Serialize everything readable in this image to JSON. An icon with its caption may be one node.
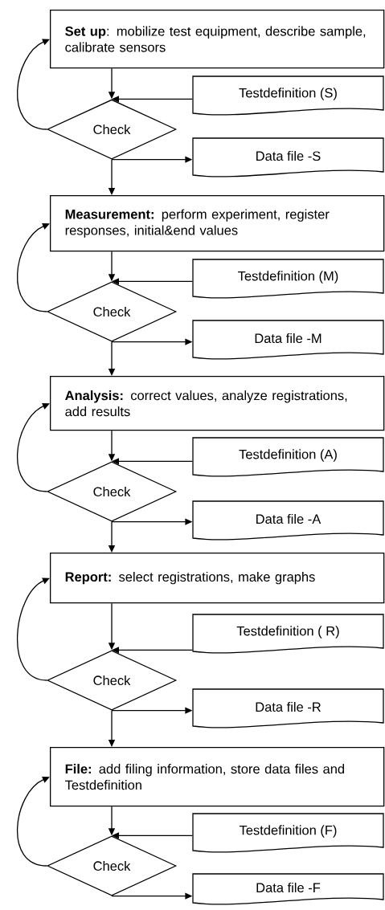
{
  "diagram": {
    "nodes": [
      {
        "text": [
          "**Set up**: mobilize test equipment, describe sample, calibrate sensors"
        ]
      },
      {
        "text": [
          "Testdefinition (S)"
        ]
      },
      {
        "text": [
          "Check"
        ]
      },
      {
        "text": [
          "Data file -S"
        ]
      },
      {
        "text": [
          "**Measurement:** perform experiment, register responses, initial&end values"
        ]
      },
      {
        "text": [
          "Testdefinition (M)"
        ]
      },
      {
        "text": [
          "Check"
        ]
      },
      {
        "text": [
          "Data file -M"
        ]
      },
      {
        "text": [
          "**Analysis:** correct values, analyze registrations, add results"
        ]
      },
      {
        "text": [
          "Testdefinition (A)"
        ]
      },
      {
        "text": [
          "Check"
        ]
      },
      {
        "text": [
          "Data file -A"
        ]
      },
      {
        "text": [
          "**Report:** select registrations, make graphs"
        ]
      },
      {
        "text": [
          "Testdefinition ( R)"
        ]
      },
      {
        "text": [
          "Check"
        ]
      },
      {
        "text": [
          "Data file -R"
        ]
      },
      {
        "text": [
          "**File:** add filing information, store data files and Testdefinition"
        ]
      },
      {
        "text": [
          "Testdefinition (F)"
        ]
      },
      {
        "text": [
          "Check"
        ]
      },
      {
        "text": [
          "Data file -F"
        ]
      }
    ],
    "edges": [
      {
        "from": 0,
        "to": 2,
        "arrow": "to"
      },
      {
        "from": 1,
        "to": 2,
        "arrow": "to"
      },
      {
        "from": 2,
        "to": 0,
        "arrow": "to"
      },
      {
        "from": 2,
        "to": 3,
        "arrow": "to"
      },
      {
        "from": 2,
        "to": 4,
        "arrow": "to"
      },
      {
        "from": 4,
        "to": 6,
        "arrow": "to"
      },
      {
        "from": 5,
        "to": 6,
        "arrow": "to"
      },
      {
        "from": 6,
        "to": 4,
        "arrow": "to"
      },
      {
        "from": 6,
        "to": 7,
        "arrow": "to"
      },
      {
        "from": 6,
        "to": 8,
        "arrow": "to"
      },
      {
        "from": 8,
        "to": 10,
        "arrow": "to"
      },
      {
        "from": 9,
        "to": 10,
        "arrow": "to"
      },
      {
        "from": 10,
        "to": 8,
        "arrow": "to"
      },
      {
        "from": 10,
        "to": 11,
        "arrow": "to"
      },
      {
        "from": 10,
        "to": 12,
        "arrow": "to"
      },
      {
        "from": 12,
        "to": 14,
        "arrow": "to"
      },
      {
        "from": 13,
        "to": 14,
        "arrow": "to"
      },
      {
        "from": 14,
        "to": 12,
        "arrow": "to"
      },
      {
        "from": 14,
        "to": 15,
        "arrow": "to"
      },
      {
        "from": 14,
        "to": 16,
        "arrow": "to"
      },
      {
        "from": 16,
        "to": 18,
        "arrow": "to"
      },
      {
        "from": 17,
        "to": 18,
        "arrow": "to"
      },
      {
        "from": 18,
        "to": 16,
        "arrow": "to"
      },
      {
        "from": 18,
        "to": 19,
        "arrow": "to"
      }
    ]
  }
}
